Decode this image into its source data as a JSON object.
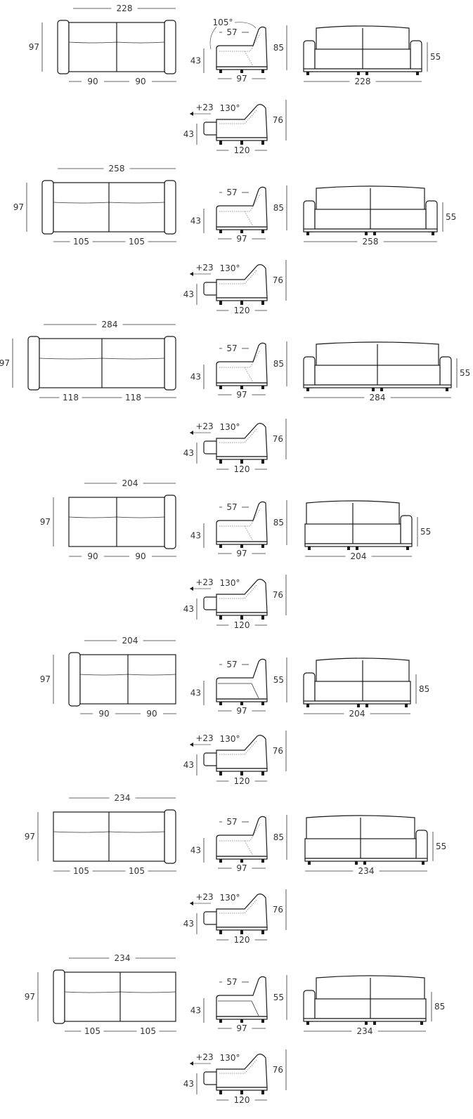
{
  "units": "cm",
  "recline": {
    "angle_up": "105°",
    "angle_open": "130°",
    "extension": "+23",
    "open_depth": "120",
    "open_height": "76"
  },
  "models": [
    {
      "top_width": "228",
      "depth": "97",
      "modules": [
        "90",
        "90"
      ],
      "back_offset": "57",
      "seat_height": "43",
      "height": "85",
      "arm_height": "55",
      "front_width": "228",
      "arms": "both",
      "side_height": "85",
      "side_variant": "standard",
      "front_arm_label": "55"
    },
    {
      "top_width": "258",
      "depth": "97",
      "modules": [
        "105",
        "105"
      ],
      "back_offset": "57",
      "seat_height": "43",
      "height": "85",
      "arm_height": "55",
      "front_width": "258",
      "arms": "both",
      "side_height": "85",
      "side_variant": "standard",
      "front_arm_label": "55"
    },
    {
      "top_width": "284",
      "depth": "97",
      "modules": [
        "118",
        "118"
      ],
      "back_offset": "57",
      "seat_height": "43",
      "height": "85",
      "arm_height": "55",
      "front_width": "284",
      "arms": "both",
      "side_height": "85",
      "side_variant": "standard",
      "front_arm_label": "55"
    },
    {
      "top_width": "204",
      "depth": "97",
      "modules": [
        "90",
        "90"
      ],
      "back_offset": "57",
      "seat_height": "43",
      "height": "85",
      "arm_height": "55",
      "front_width": "204",
      "arms": "right",
      "side_height": "85",
      "side_variant": "standard",
      "front_arm_label": "55"
    },
    {
      "top_width": "204",
      "depth": "97",
      "modules": [
        "90",
        "90"
      ],
      "back_offset": "57",
      "seat_height": "43",
      "height": "85",
      "arm_height": "55",
      "front_width": "204",
      "arms": "left",
      "side_height": "55",
      "side_variant": "armless",
      "front_arm_label": "85"
    },
    {
      "top_width": "234",
      "depth": "97",
      "modules": [
        "105",
        "105"
      ],
      "back_offset": "57",
      "seat_height": "43",
      "height": "85",
      "arm_height": "55",
      "front_width": "234",
      "arms": "right",
      "side_height": "85",
      "side_variant": "standard",
      "front_arm_label": "55"
    },
    {
      "top_width": "234",
      "depth": "97",
      "modules": [
        "105",
        "105"
      ],
      "back_offset": "57",
      "seat_height": "43",
      "height": "85",
      "arm_height": "55",
      "front_width": "234",
      "arms": "left",
      "side_height": "55",
      "side_variant": "armless",
      "front_arm_label": "85"
    }
  ]
}
